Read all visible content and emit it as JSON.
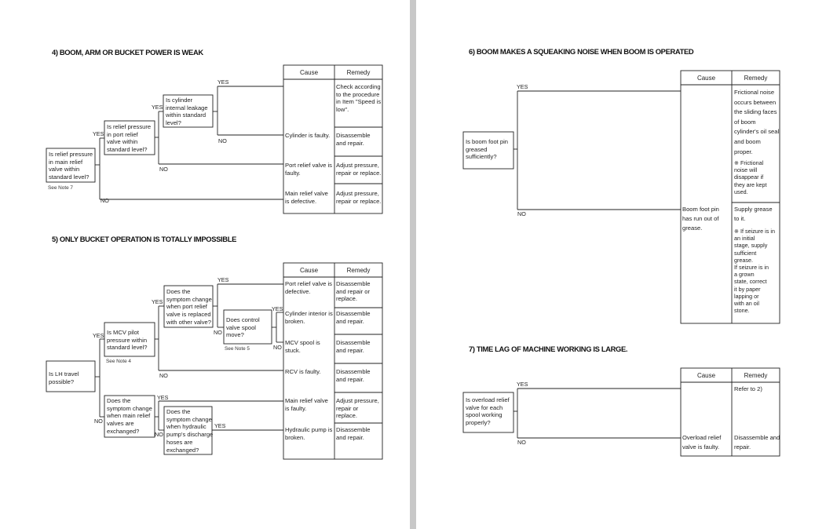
{
  "common": {
    "cause": "Cause",
    "remedy": "Remedy",
    "yes": "YES",
    "no": "NO"
  },
  "s4": {
    "title": "4) BOOM, ARM OR BUCKET POWER IS WEAK",
    "q1": "Is relief pressure\nin main relief\nvalve within\nstandard level?",
    "q1_note": "See Note 7",
    "q2": "Is relief pressure\nin port relief\nvalve within\nstandard level?",
    "q3": "Is cylinder\ninternal leakage\nwithin standard\nlevel?",
    "c1": "",
    "r1": "Check according\nto the procedure\nin Item \"Speed is\nlow\".",
    "c2": "Cylinder is faulty.",
    "r2": "Disassemble\nand repair.",
    "c3": "Port relief valve is\nfaulty.",
    "r3": "Adjust pressure,\nrepair or replace.",
    "c4": "Main relief valve\nis defective.",
    "r4": "Adjust pressure,\nrepair or replace."
  },
  "s5": {
    "title": "5) ONLY BUCKET OPERATION IS TOTALLY IMPOSSIBLE",
    "q1": "Is LH travel\npossible?",
    "q2": "Is MCV pilot\npressure within\nstandard level?",
    "q2_note": "See Note 4",
    "q3": "Does the\nsymptom change\nwhen port relief\nvalve is replaced\nwith other valve?",
    "q4": "Does control\nvalve spool\nmove?",
    "q4_note": "See Note 5",
    "q5": "Does the\nsymptom change\nwhen main relief\nvalves are\nexchanged?",
    "q6": "Does the\nsymptom change\nwhen hydraulic\npump's discharge\nhoses are\nexchanged?",
    "c1": "Port relief valve is\ndefective.",
    "r1": "Disassemble\nand repair or\nreplace.",
    "c2": "Cylinder interior is\nbroken.",
    "r2": "Disassemble\nand repair.",
    "c3": "MCV spool is\nstuck.",
    "r3": "Disassemble\nand repair.",
    "c4": "RCV is faulty.",
    "r4": "Disassemble\nand repair.",
    "c5": "Main relief valve\nis faulty.",
    "r5": "Adjust pressure,\nrepair or\nreplace.",
    "c6": "Hydraulic pump is\nbroken.",
    "r6": "Disassemble\nand repair."
  },
  "s6": {
    "title": "6) BOOM MAKES A SQUEAKING NOISE WHEN BOOM IS OPERATED",
    "q1": "Is boom foot pin\ngreased\nsufficiently?",
    "c1": "",
    "r1": "Frictional noise\noccurs between\nthe sliding faces\nof boom\ncylinder's oil seal\nand boom\nproper.",
    "r1_note": "※ Frictional\n    noise will\n    disappear if\n    they are kept\n    used.",
    "c2": "Boom foot pin\nhas run out of\ngrease.",
    "r2": "Supply grease\nto it.",
    "r2_note": "※ If seizure is in\n    an initial\n    stage, supply\n    sufficient\n    grease.\n    If seizure is in\n    a grown\n    state, correct\n    it by paper\n    lapping or\n    with an oil\n    stone."
  },
  "s7": {
    "title": "7) TIME LAG OF MACHINE WORKING IS LARGE.",
    "q1": "Is overload relief\nvalve for each\nspool working\nproperly?",
    "c1": "",
    "r1": "Refer to  2)",
    "c2": "Overload relief\nvalve is faulty.",
    "r2": "Disassemble and\nrepair."
  }
}
